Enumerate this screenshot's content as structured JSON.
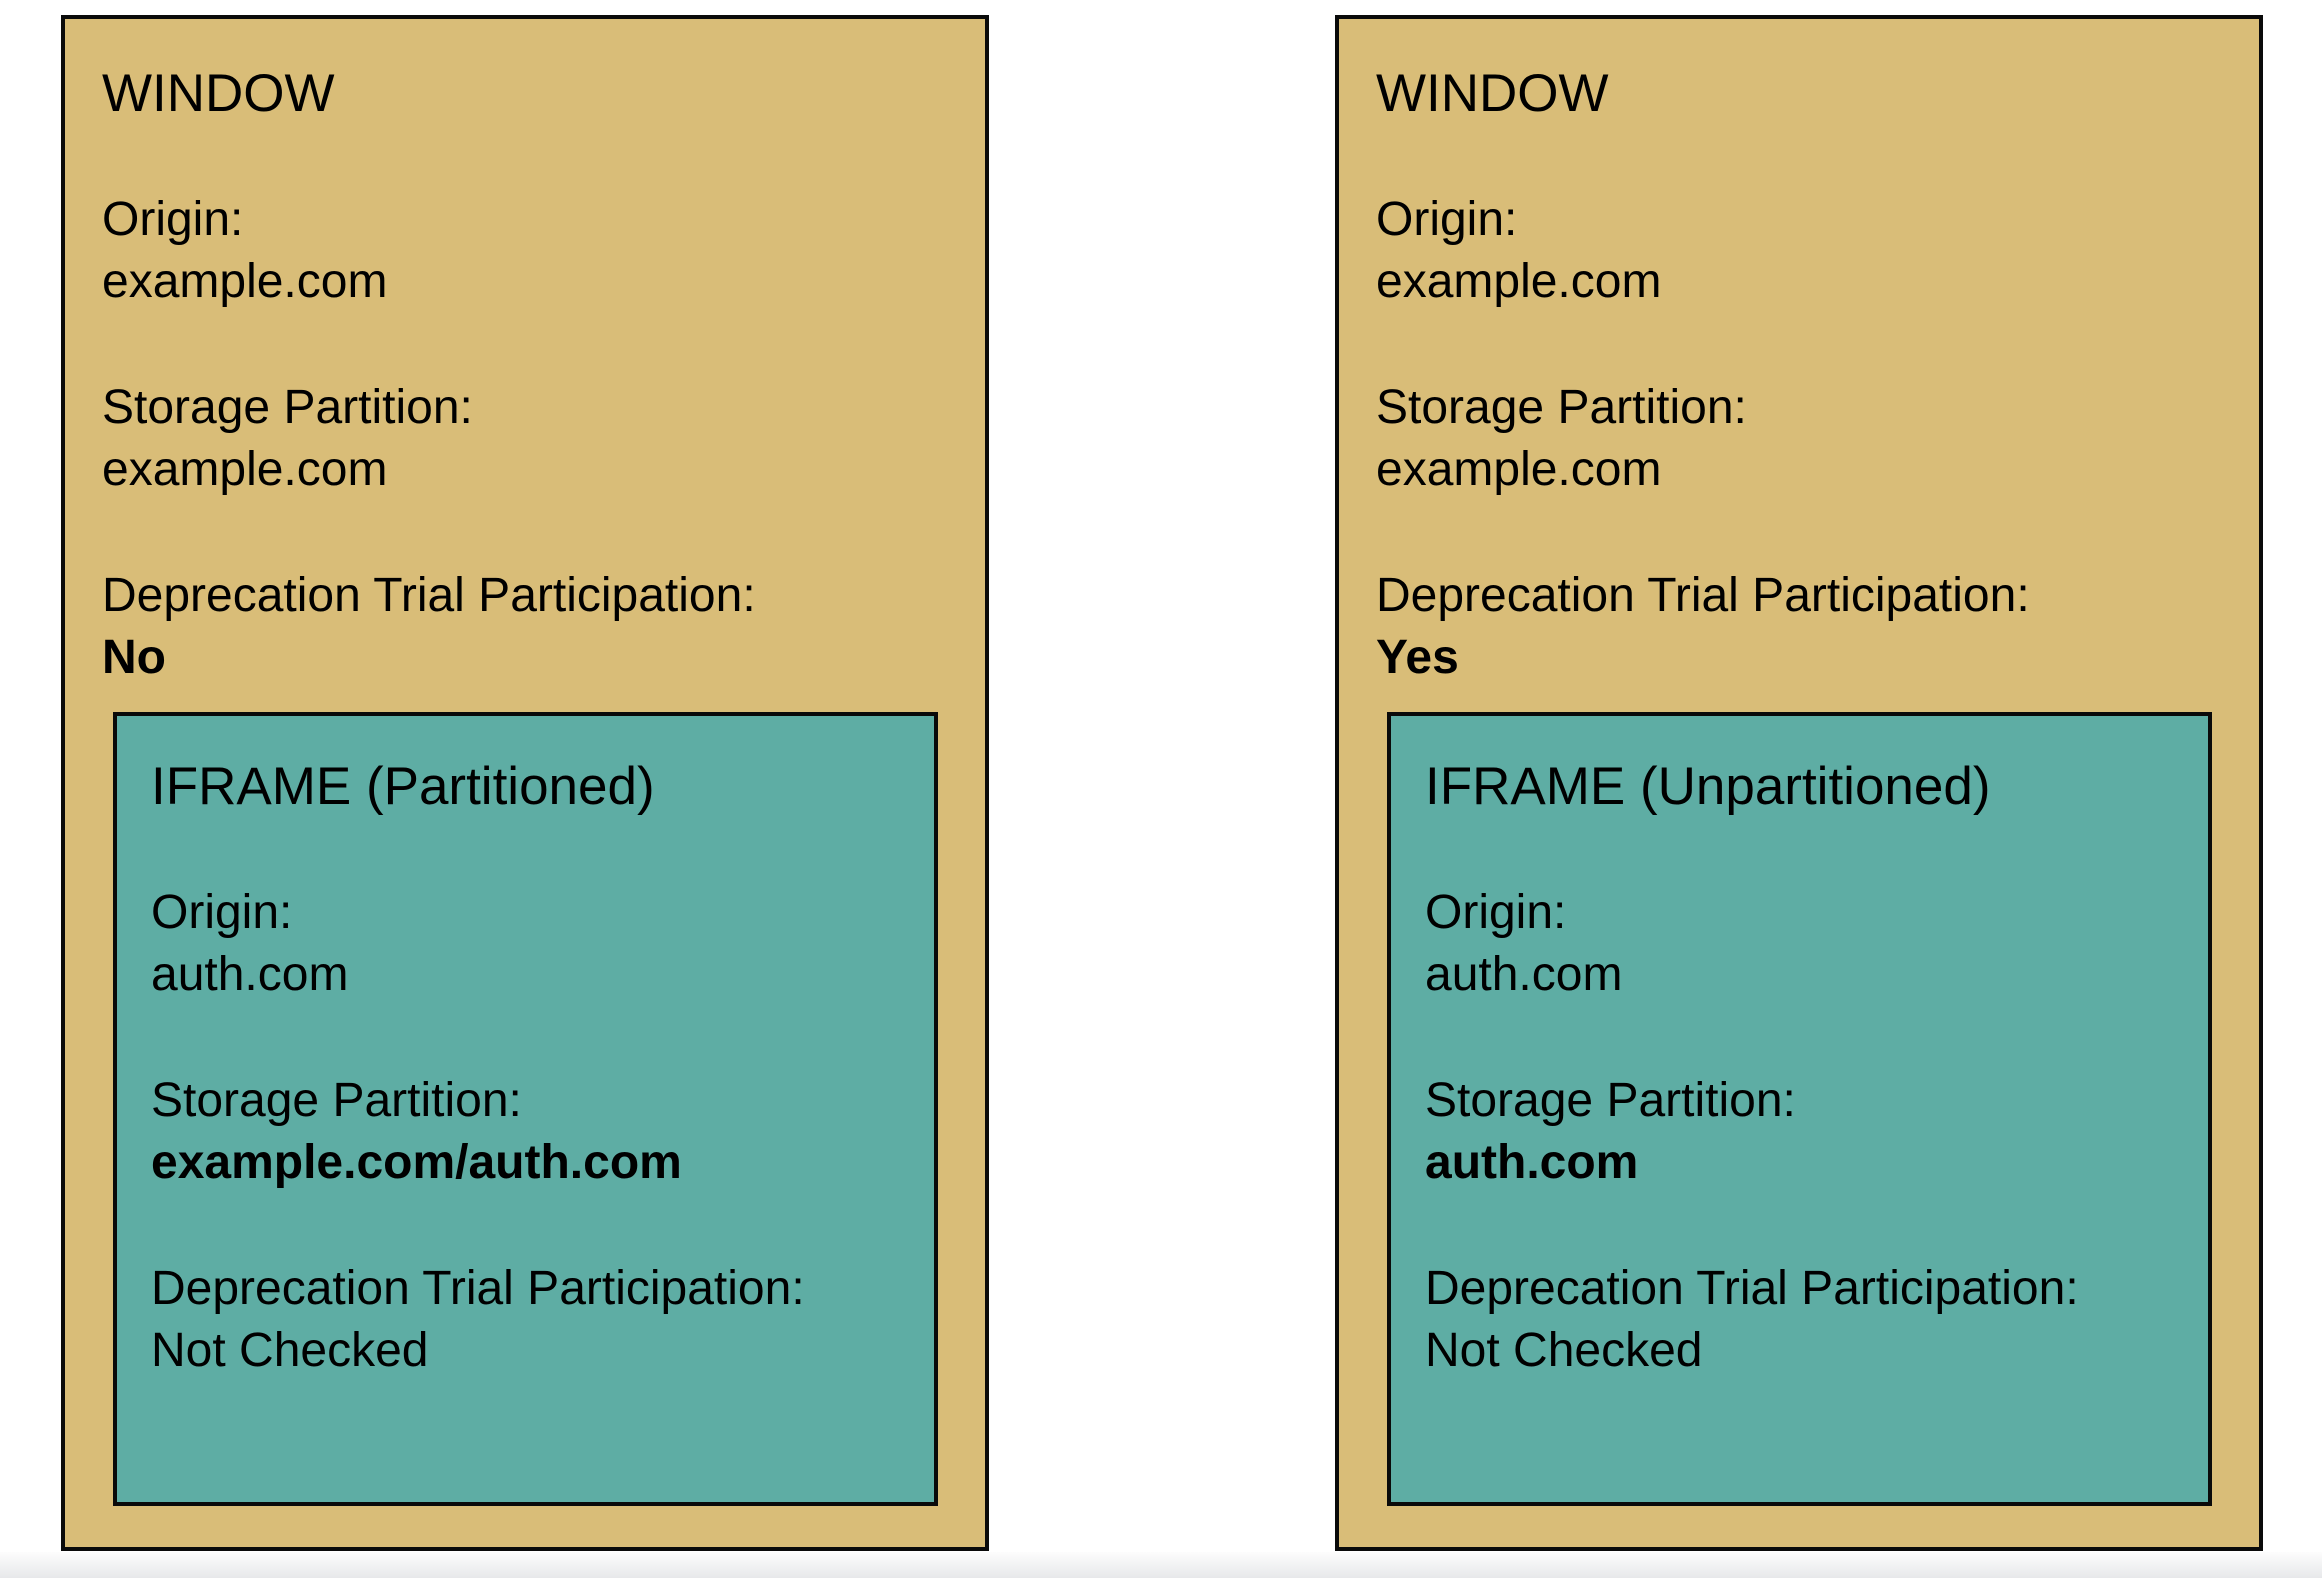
{
  "colors": {
    "page_bg": "#FFFFFF",
    "window_bg": "#D9BD78",
    "iframe_bg": "#5EADA4",
    "border": "#0A0A0A",
    "text": "#000000"
  },
  "windows": [
    {
      "title": "WINDOW",
      "fields": [
        {
          "label": "Origin:",
          "value": "example.com",
          "value_bold": false
        },
        {
          "label": "Storage Partition:",
          "value": "example.com",
          "value_bold": false
        },
        {
          "label": "Deprecation Trial Participation:",
          "value": "No",
          "value_bold": true
        }
      ],
      "iframe": {
        "title": "IFRAME (Partitioned)",
        "fields": [
          {
            "label": "Origin:",
            "value": "auth.com",
            "value_bold": false
          },
          {
            "label": "Storage Partition:",
            "value": "example.com/auth.com",
            "value_bold": true
          },
          {
            "label": "Deprecation Trial Participation:",
            "value": "Not Checked",
            "value_bold": false
          }
        ]
      }
    },
    {
      "title": "WINDOW",
      "fields": [
        {
          "label": "Origin:",
          "value": "example.com",
          "value_bold": false
        },
        {
          "label": "Storage Partition:",
          "value": "example.com",
          "value_bold": false
        },
        {
          "label": "Deprecation Trial Participation:",
          "value": "Yes",
          "value_bold": true
        }
      ],
      "iframe": {
        "title": "IFRAME (Unpartitioned)",
        "fields": [
          {
            "label": "Origin:",
            "value": "auth.com",
            "value_bold": false
          },
          {
            "label": "Storage Partition:",
            "value": "auth.com",
            "value_bold": true
          },
          {
            "label": "Deprecation Trial Participation:",
            "value": "Not Checked",
            "value_bold": false
          }
        ]
      }
    }
  ]
}
